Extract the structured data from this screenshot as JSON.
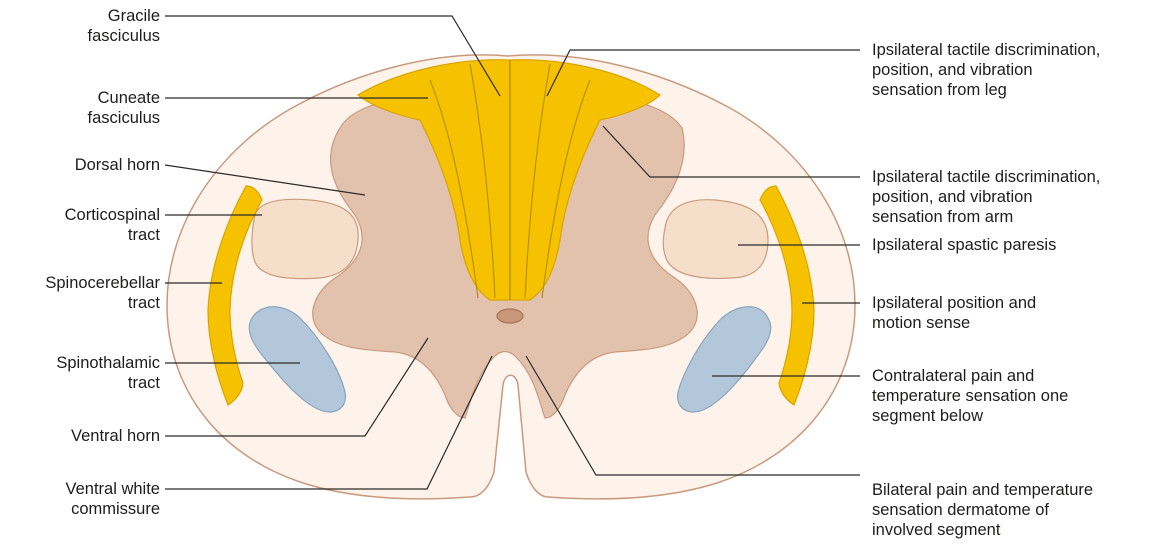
{
  "colors": {
    "white_matter": "#fdf3ea",
    "gray_matter": "#e3c2ad",
    "dorsal_columns": "#f6c200",
    "spinocerebellar": "#f6c200",
    "corticospinal": "#f6dfca",
    "spinothalamic": "#b3c7da",
    "outline": "#c99a7e",
    "leader": "#2b2b2b"
  },
  "left_labels": [
    {
      "id": "gracile",
      "lines": [
        "Gracile",
        "fasciculus"
      ]
    },
    {
      "id": "cuneate",
      "lines": [
        "Cuneate",
        "fasciculus"
      ]
    },
    {
      "id": "dorsal-horn",
      "lines": [
        "Dorsal horn"
      ]
    },
    {
      "id": "corticospinal",
      "lines": [
        "Corticospinal",
        "tract"
      ]
    },
    {
      "id": "spinocerebellar",
      "lines": [
        "Spinocerebellar",
        "tract"
      ]
    },
    {
      "id": "spinothalamic",
      "lines": [
        "Spinothalamic",
        "tract"
      ]
    },
    {
      "id": "ventral-horn",
      "lines": [
        "Ventral horn"
      ]
    },
    {
      "id": "ventral-white-commissure",
      "lines": [
        "Ventral white",
        "commissure"
      ]
    }
  ],
  "right_labels": [
    {
      "id": "leg-sensation",
      "lines": [
        "Ipsilateral tactile discrimination,",
        "position, and vibration",
        "sensation from leg"
      ]
    },
    {
      "id": "arm-sensation",
      "lines": [
        "Ipsilateral tactile discrimination,",
        "position, and vibration",
        "sensation from arm"
      ]
    },
    {
      "id": "spastic-paresis",
      "lines": [
        "Ipsilateral spastic paresis"
      ]
    },
    {
      "id": "position-motion",
      "lines": [
        "Ipsilateral position and",
        "motion sense"
      ]
    },
    {
      "id": "contralateral-pain",
      "lines": [
        "Contralateral pain and",
        "temperature sensation one",
        "segment below"
      ]
    },
    {
      "id": "bilateral-pain",
      "lines": [
        "Bilateral pain and temperature",
        "sensation dermatome of",
        "involved segment"
      ]
    }
  ]
}
